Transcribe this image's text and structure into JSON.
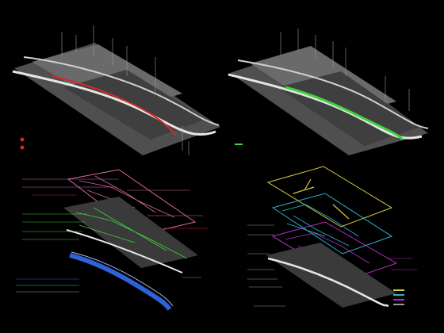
{
  "figure": {
    "background": "#000000",
    "colors": {
      "district": "#5a5a5a",
      "district_light": "#7a7a7a",
      "river": "#e6e6e6",
      "leader": "#9a9a9a",
      "red": "#d42a2a",
      "green": "#3fd13f",
      "blue": "#2f62d8",
      "cyan": "#2bb6c8",
      "yellow": "#d6c93a",
      "magenta": "#b72fc7",
      "pink": "#d46aa0"
    }
  },
  "panels": [
    {
      "id": "top-left",
      "highlight": "red"
    },
    {
      "id": "top-right",
      "highlight": "green"
    },
    {
      "id": "bottom-left",
      "layers": [
        "pink",
        "green",
        "blue"
      ]
    },
    {
      "id": "bottom-right",
      "layers": [
        "yellow",
        "cyan",
        "magenta",
        "white"
      ]
    }
  ]
}
